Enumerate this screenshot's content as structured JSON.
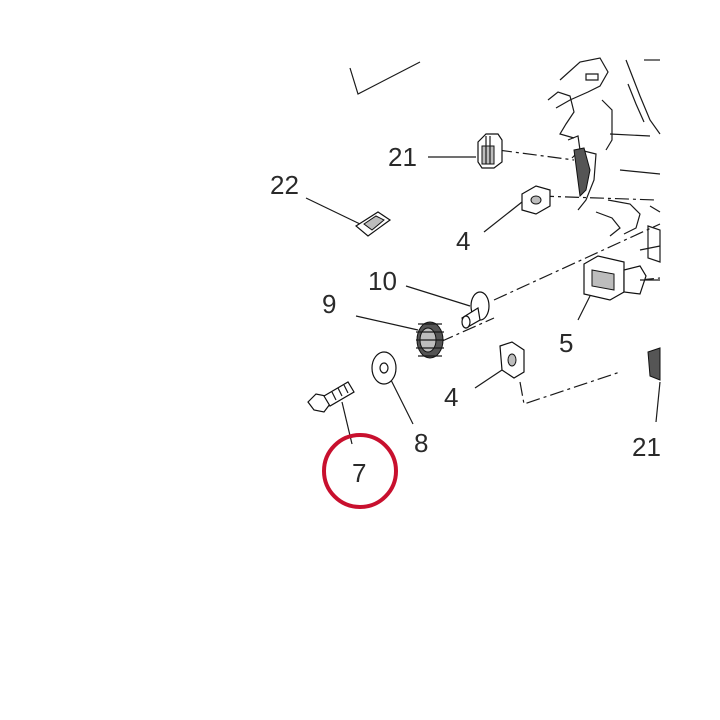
{
  "callouts": {
    "c21_top": "21",
    "c22": "22",
    "c4_top": "4",
    "c10": "10",
    "c9": "9",
    "c5": "5",
    "c4_bottom": "4",
    "c8": "8",
    "c7": "7",
    "c21_right": "21"
  },
  "highlight": {
    "target": "7",
    "color": "#c8102e"
  }
}
